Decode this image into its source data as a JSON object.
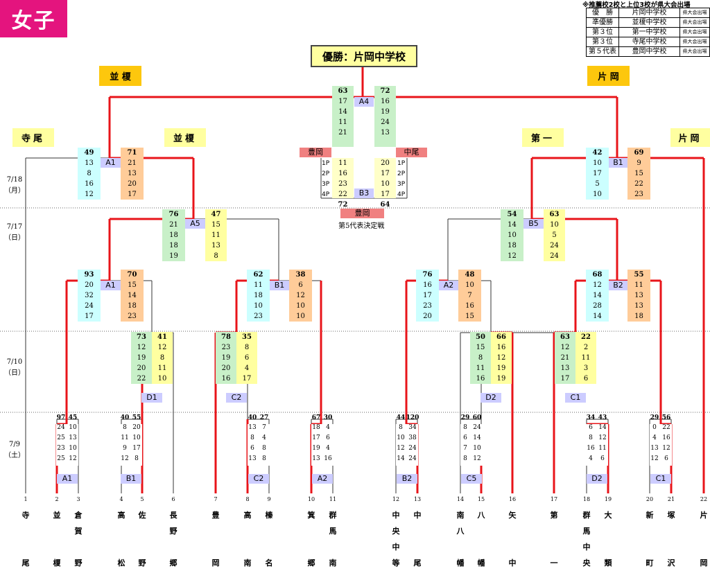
{
  "title": "女子",
  "notice": {
    "heading": "※推薦校2校と上位3校が県大会出場",
    "rows": [
      [
        "優　勝",
        "片岡中学校",
        "県大会出場"
      ],
      [
        "準優勝",
        "並榎中学校",
        "県大会出場"
      ],
      [
        "第３位",
        "第一中学校",
        "県大会出場"
      ],
      [
        "第３位",
        "寺尾中学校",
        "県大会出場"
      ],
      [
        "第５代表",
        "豊岡中学校",
        "県大会出場"
      ]
    ]
  },
  "champion": "優勝：片岡中学校",
  "finalists": {
    "left": "並 榎",
    "right": "片 岡"
  },
  "semifinalists": {
    "l1": "寺尾",
    "l2": "並榎",
    "r1": "第一",
    "r2": "片岡"
  },
  "dates": {
    "d1": [
      "7/18",
      "（月）"
    ],
    "d2": [
      "7/17",
      "（日）"
    ],
    "d3": [
      "7/10",
      "（日）"
    ],
    "d4": [
      "7/9",
      "（土）"
    ]
  },
  "final": {
    "tag": "A4",
    "left": {
      "total": "63",
      "sets": [
        "17",
        "14",
        "11",
        "21"
      ]
    },
    "right": {
      "total": "72",
      "sets": [
        "16",
        "19",
        "24",
        "13"
      ]
    }
  },
  "fifth": {
    "left_team": "豊岡",
    "right_team": "中尾",
    "tag": "B3",
    "winner": "豊岡",
    "caption": "第5代表決定戦",
    "periods": [
      "1P",
      "2P",
      "3P",
      "4P"
    ],
    "left_sets": [
      "11",
      "16",
      "23",
      "22"
    ],
    "right_sets": [
      "20",
      "17",
      "10",
      "17"
    ],
    "left_total": "72",
    "right_total": "64"
  },
  "cols": {
    "sf_l_l": {
      "total": "49",
      "sets": [
        "13",
        "8",
        "16",
        "12"
      ]
    },
    "sf_l_r": {
      "total": "71",
      "sets": [
        "21",
        "13",
        "20",
        "17"
      ]
    },
    "sf_r_l": {
      "total": "42",
      "sets": [
        "10",
        "17",
        "5",
        "10"
      ]
    },
    "sf_r_r": {
      "total": "69",
      "sets": [
        "9",
        "15",
        "22",
        "23"
      ]
    },
    "a5_l": {
      "total": "76",
      "sets": [
        "21",
        "18",
        "18",
        "19"
      ]
    },
    "a5_r": {
      "total": "47",
      "sets": [
        "15",
        "11",
        "13",
        "8"
      ]
    },
    "b5_l": {
      "total": "54",
      "sets": [
        "14",
        "10",
        "18",
        "12"
      ]
    },
    "b5_r": {
      "total": "63",
      "sets": [
        "10",
        "5",
        "24",
        "24"
      ]
    },
    "q1_l": {
      "total": "93",
      "sets": [
        "20",
        "32",
        "24",
        "17"
      ]
    },
    "q1_r": {
      "total": "70",
      "sets": [
        "15",
        "14",
        "18",
        "23"
      ]
    },
    "q2_l": {
      "total": "62",
      "sets": [
        "11",
        "18",
        "10",
        "23"
      ]
    },
    "q2_r": {
      "total": "38",
      "sets": [
        "6",
        "12",
        "10",
        "10"
      ]
    },
    "q3_l": {
      "total": "76",
      "sets": [
        "16",
        "17",
        "23",
        "20"
      ]
    },
    "q3_r": {
      "total": "48",
      "sets": [
        "10",
        "7",
        "16",
        "15"
      ]
    },
    "q4_l": {
      "total": "68",
      "sets": [
        "12",
        "14",
        "28",
        "14"
      ]
    },
    "q4_r": {
      "total": "55",
      "sets": [
        "11",
        "13",
        "13",
        "18"
      ]
    },
    "r2_1_l": {
      "total": "73",
      "sets": [
        "12",
        "19",
        "20",
        "22"
      ]
    },
    "r2_1_r": {
      "total": "41",
      "sets": [
        "12",
        "8",
        "11",
        "10"
      ]
    },
    "r2_2_l": {
      "total": "78",
      "sets": [
        "23",
        "19",
        "20",
        "16"
      ]
    },
    "r2_2_r": {
      "total": "35",
      "sets": [
        "8",
        "6",
        "4",
        "17"
      ]
    },
    "r2_3_l": {
      "total": "50",
      "sets": [
        "15",
        "8",
        "11",
        "16"
      ]
    },
    "r2_3_r": {
      "total": "66",
      "sets": [
        "16",
        "12",
        "19",
        "19"
      ]
    },
    "r2_4_l": {
      "total": "63",
      "sets": [
        "12",
        "21",
        "13",
        "17"
      ]
    },
    "r2_4_r": {
      "total": "22",
      "sets": [
        "2",
        "11",
        "3",
        "6"
      ]
    }
  },
  "tags": {
    "sf_l": "A1",
    "sf_r": "B1",
    "a5": "A5",
    "b5": "B5",
    "q1": "A1",
    "q2": "B1",
    "q3": "A2",
    "q4": "B2",
    "r2_1": "D1",
    "r2_2": "C2",
    "r2_3": "D2",
    "r2_4": "C1",
    "r1_1": "A1",
    "r1_2": "B1",
    "r1_3": "C2",
    "r1_4": "A2",
    "r1_5": "B2",
    "r1_6": "C5",
    "r1_7": "D2",
    "r1_8": "C1"
  },
  "r1": [
    {
      "lt": "97",
      "rt": "45",
      "l": [
        "24",
        "25",
        "23",
        "25"
      ],
      "r": [
        "10",
        "13",
        "10",
        "12"
      ]
    },
    {
      "lt": "40",
      "rt": "55",
      "l": [
        "8",
        "11",
        "9",
        "12"
      ],
      "r": [
        "20",
        "10",
        "17",
        "8"
      ]
    },
    {
      "lt": "40",
      "rt": "27",
      "l": [
        "13",
        "8",
        "6",
        "13"
      ],
      "r": [
        "7",
        "4",
        "8",
        "8"
      ]
    },
    {
      "lt": "67",
      "rt": "30",
      "l": [
        "18",
        "17",
        "19",
        "13"
      ],
      "r": [
        "4",
        "6",
        "4",
        "16"
      ]
    },
    {
      "lt": "44",
      "rt": "120",
      "l": [
        "8",
        "10",
        "12",
        "14"
      ],
      "r": [
        "34",
        "38",
        "24",
        "24"
      ]
    },
    {
      "lt": "29",
      "rt": "60",
      "l": [
        "8",
        "6",
        "7",
        "8"
      ],
      "r": [
        "24",
        "14",
        "10",
        "12"
      ]
    },
    {
      "lt": "34",
      "rt": "43",
      "l": [
        "6",
        "8",
        "16",
        "4"
      ],
      "r": [
        "14",
        "12",
        "11",
        "6"
      ]
    },
    {
      "lt": "29",
      "rt": "56",
      "l": [
        "0",
        "4",
        "13",
        "12"
      ],
      "r": [
        "22",
        "16",
        "12",
        "6"
      ]
    }
  ],
  "teams": [
    {
      "no": "1",
      "name": [
        "寺",
        "",
        "",
        "尾"
      ]
    },
    {
      "no": "2",
      "name": [
        "並",
        "",
        "",
        "榎"
      ]
    },
    {
      "no": "3",
      "name": [
        "倉",
        "賀",
        "",
        "野"
      ]
    },
    {
      "no": "4",
      "name": [
        "高",
        "",
        "",
        "松"
      ]
    },
    {
      "no": "5",
      "name": [
        "佐",
        "",
        "",
        "野"
      ]
    },
    {
      "no": "6",
      "name": [
        "長",
        "野",
        "",
        "郷"
      ]
    },
    {
      "no": "7",
      "name": [
        "豊",
        "",
        "",
        "岡"
      ]
    },
    {
      "no": "8",
      "name": [
        "高",
        "",
        "",
        "南"
      ]
    },
    {
      "no": "9",
      "name": [
        "榛",
        "",
        "",
        "名"
      ]
    },
    {
      "no": "10",
      "name": [
        "箕",
        "",
        "",
        "郷"
      ]
    },
    {
      "no": "11",
      "name": [
        "群",
        "馬",
        "",
        "南"
      ]
    },
    {
      "no": "12",
      "name": [
        "中",
        "央",
        "中",
        "等"
      ]
    },
    {
      "no": "13",
      "name": [
        "中",
        "",
        "",
        "尾"
      ]
    },
    {
      "no": "14",
      "name": [
        "南",
        "八",
        "",
        "幡"
      ]
    },
    {
      "no": "15",
      "name": [
        "八",
        "",
        "",
        "幡"
      ]
    },
    {
      "no": "16",
      "name": [
        "矢",
        "",
        "",
        "中"
      ]
    },
    {
      "no": "17",
      "name": [
        "第",
        "",
        "",
        "一"
      ]
    },
    {
      "no": "18",
      "name": [
        "群",
        "馬",
        "中",
        "央"
      ]
    },
    {
      "no": "19",
      "name": [
        "大",
        "",
        "",
        "類"
      ]
    },
    {
      "no": "20",
      "name": [
        "新",
        "",
        "",
        "町"
      ]
    },
    {
      "no": "21",
      "name": [
        "塚",
        "",
        "",
        "沢"
      ]
    },
    {
      "no": "22",
      "name": [
        "片",
        "",
        "",
        "岡"
      ]
    }
  ]
}
